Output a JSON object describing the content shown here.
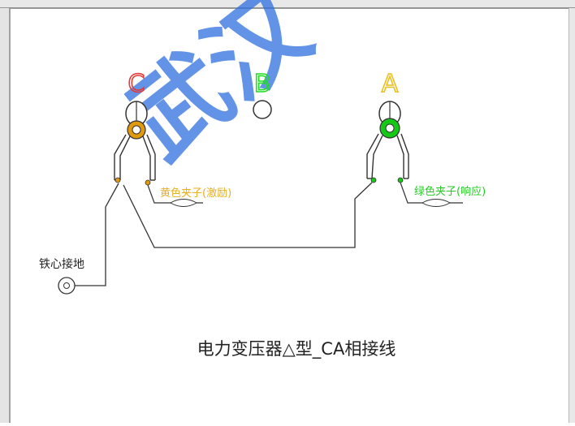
{
  "diagram": {
    "title": "电力变压器△型_CA相接线",
    "phases": {
      "c_label": "C",
      "b_label": "B",
      "a_label": "A"
    },
    "clip_labels": {
      "yellow": "黄色夹子(激励)",
      "green": "绿色夹子(响应)"
    },
    "ground_label": "铁心接地",
    "watermark": "武汉"
  },
  "colors": {
    "c_phase": "#e03a3a",
    "b_phase": "#22dd22",
    "a_phase": "#e8c020",
    "yellow_clip": "#e09a10",
    "green_clip": "#16c816",
    "watermark": "#2f6fe0"
  }
}
